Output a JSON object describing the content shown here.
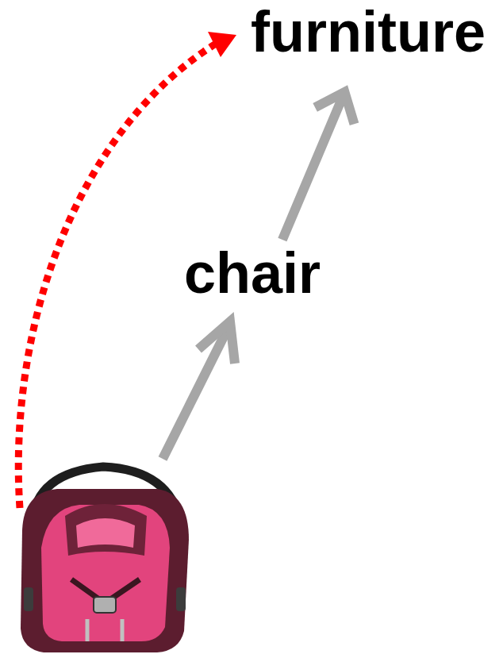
{
  "diagram": {
    "nodes": [
      {
        "text": [
          "furniture"
        ]
      },
      {
        "text": [
          "chair"
        ]
      }
    ],
    "edges": [
      {
        "from": 1,
        "to": 0,
        "arrow": "to"
      }
    ]
  }
}
